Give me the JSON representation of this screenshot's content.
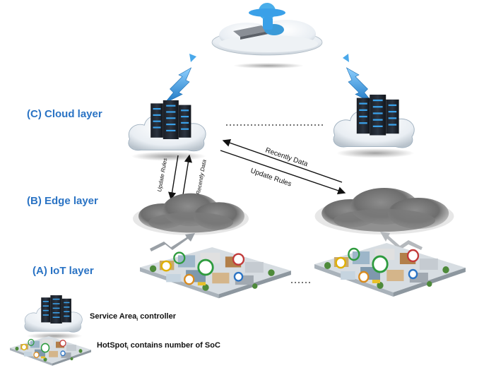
{
  "layers": {
    "cloud": "(C) Cloud layer",
    "edge": "(B) Edge layer",
    "iot": "(A) IoT layer"
  },
  "arrows": {
    "recently_data": "Recently Data",
    "update_rules": "Update Rules"
  },
  "legend": {
    "service_area_main": "Service Area",
    "service_area_sub": "i",
    "service_area_rest": " controller",
    "hotspot_main": "HotSpot",
    "hotspot_sub": "i",
    "hotspot_rest": " contains number of SoC"
  },
  "colors": {
    "label_blue": "#2a73c4",
    "server_blue": "#3aa0e8",
    "lightning_blue": "#2a8fd8"
  },
  "icons": [
    "cloud-server-icon",
    "storm-cloud-icon",
    "city-hotspot-icon",
    "user-laptop-icon",
    "lightning-bolt-icon"
  ]
}
